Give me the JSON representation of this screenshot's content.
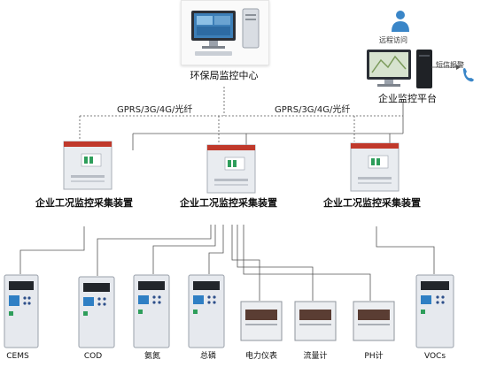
{
  "monitoring_center": {
    "label": "环保局监控中心"
  },
  "enterprise_platform": {
    "label": "企业监控平台",
    "remote_access_label": "远程访问",
    "sms_alarm_label": "短信报警"
  },
  "network": {
    "left_label": "GPRS/3G/4G/光纤",
    "right_label": "GPRS/3G/4G/光纤"
  },
  "collectors": [
    {
      "label": "企业工况监控采集装置"
    },
    {
      "label": "企业工况监控采集装置"
    },
    {
      "label": "企业工况监控采集装置"
    }
  ],
  "devices": [
    {
      "label": "CEMS",
      "kind": "analyzer"
    },
    {
      "label": "COD",
      "kind": "analyzer"
    },
    {
      "label": "氨氮",
      "kind": "analyzer"
    },
    {
      "label": "总磷",
      "kind": "analyzer"
    },
    {
      "label": "电力仪表",
      "kind": "meter"
    },
    {
      "label": "流量计",
      "kind": "meter"
    },
    {
      "label": "PH计",
      "kind": "meter"
    },
    {
      "label": "VOCs",
      "kind": "analyzer"
    }
  ],
  "colors": {
    "wire": "#555555",
    "cabinet_light": "#eef0f3",
    "cabinet_dark": "#9aa1ab",
    "accent_red": "#c0392b",
    "screen_blue": "#2f7fc4"
  }
}
